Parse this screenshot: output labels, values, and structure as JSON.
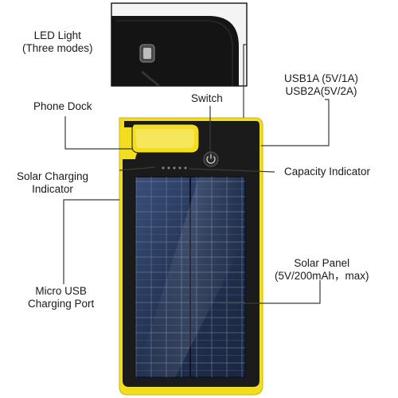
{
  "labels": {
    "led_light": [
      "LED Light",
      "(Three modes)"
    ],
    "usb": [
      "USB1A (5V/1A)",
      "USB2A(5V/2A)"
    ],
    "switch": "Switch",
    "phone_dock": "Phone Dock",
    "solar_charging_indicator": [
      "Solar Charging",
      "Indicator"
    ],
    "capacity_indicator": "Capacity Indicator",
    "micro_usb": [
      "Micro USB",
      "Charging Port"
    ],
    "solar_panel": [
      "Solar Panel",
      "(5V/200mAh，max)"
    ]
  },
  "colors": {
    "body_yellow": "#f2dd1f",
    "body_black": "#1b1b1b",
    "panel_blue": "#2b3b5e",
    "leader_line": "#3a3a3a"
  },
  "icons": [
    "power-icon",
    "led-lamp-icon"
  ]
}
